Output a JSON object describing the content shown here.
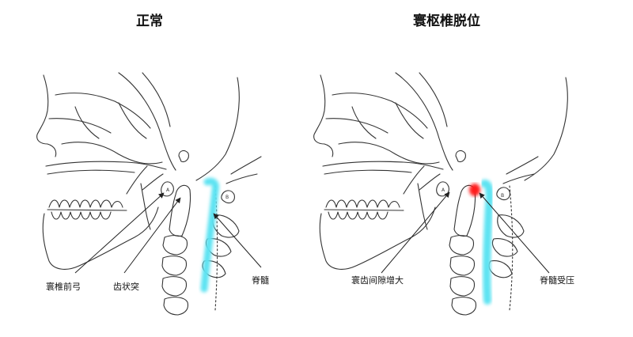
{
  "panels": [
    {
      "title": "正常",
      "labels": [
        "寰椎前弓",
        "齿状突",
        "脊髓"
      ],
      "letters": [
        "A",
        "B"
      ]
    },
    {
      "title": "寰枢椎脱位",
      "labels": [
        "寰齿间隙增大",
        "脊髓受压"
      ],
      "letters": [
        "A",
        "B"
      ]
    }
  ],
  "colors": {
    "spinal_cord": "#5de3f2",
    "compression": "#ff1a1a",
    "line": "#333333"
  }
}
